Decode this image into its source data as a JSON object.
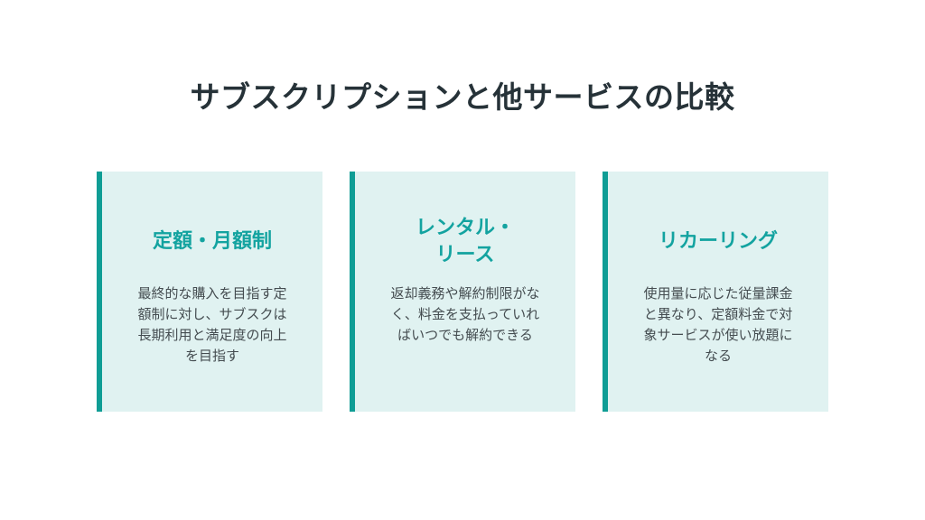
{
  "page": {
    "title": "サブスクリプションと他サービスの比較"
  },
  "cards": [
    {
      "title": "定額・月額制",
      "description": "最終的な購入を目指す定\n額制に対し、サブスクは\n長期利用と満足度の向上\nを目指す"
    },
    {
      "title": "レンタル・\nリース",
      "description": "返却義務や解約制限がな\nく、料金を支払っていれ\nばいつでも解約できる"
    },
    {
      "title": "リカーリング",
      "description": "使用量に応じた従量課金\nと異なり、定額料金で対\n象サービスが使い放題に\nなる"
    }
  ],
  "colors": {
    "accent": "#13a3a0",
    "card_background": "#e0f2f1",
    "title_text": "#263238",
    "body_text": "#444c50"
  }
}
